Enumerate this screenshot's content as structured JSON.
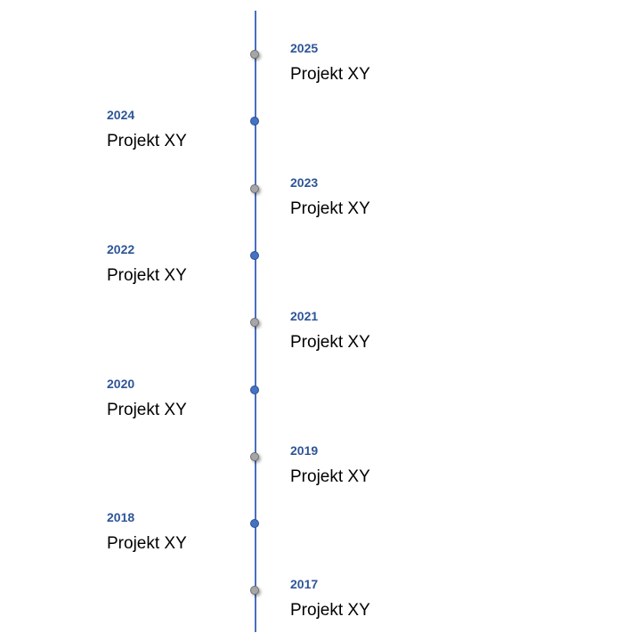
{
  "timeline": {
    "events": [
      {
        "year": "2025",
        "label": "Projekt XY",
        "side": "right",
        "marker": "gray"
      },
      {
        "year": "2024",
        "label": "Projekt XY",
        "side": "left",
        "marker": "blue"
      },
      {
        "year": "2023",
        "label": "Projekt XY",
        "side": "right",
        "marker": "gray"
      },
      {
        "year": "2022",
        "label": "Projekt XY",
        "side": "left",
        "marker": "blue"
      },
      {
        "year": "2021",
        "label": "Projekt XY",
        "side": "right",
        "marker": "gray"
      },
      {
        "year": "2020",
        "label": "Projekt XY",
        "side": "left",
        "marker": "blue"
      },
      {
        "year": "2019",
        "label": "Projekt XY",
        "side": "right",
        "marker": "gray"
      },
      {
        "year": "2018",
        "label": "Projekt XY",
        "side": "left",
        "marker": "blue"
      },
      {
        "year": "2017",
        "label": "Projekt XY",
        "side": "right",
        "marker": "gray"
      }
    ]
  },
  "colors": {
    "axis": "#4b6fbf",
    "year_text": "#2e5597",
    "marker_blue": "#4472c4",
    "marker_gray": "#a6a6a6"
  }
}
